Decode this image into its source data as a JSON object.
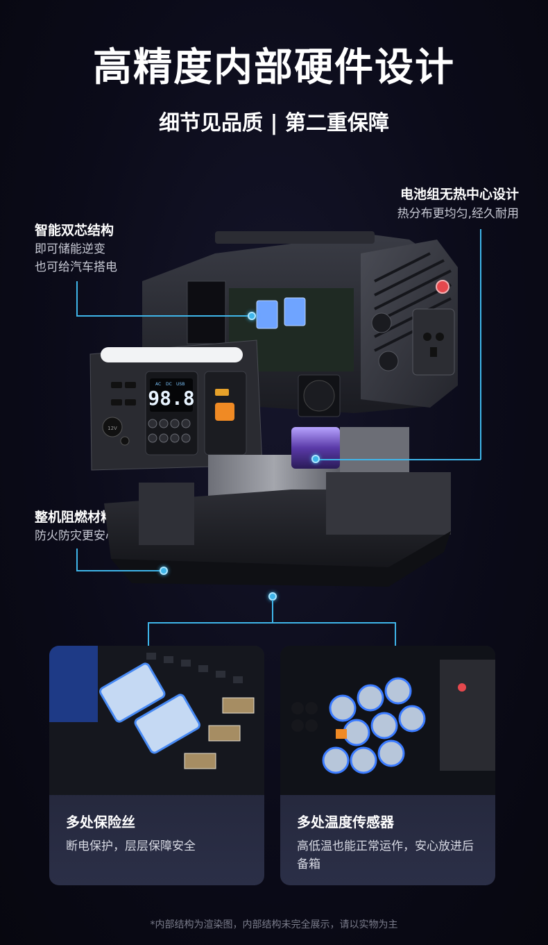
{
  "header": {
    "title": "高精度内部硬件设计",
    "subtitle": "细节见品质 | 第二重保障"
  },
  "annotations": {
    "dual_core": {
      "title": "智能双芯结构",
      "desc_line1": "即可储能逆变",
      "desc_line2": "也可给汽车搭电"
    },
    "battery": {
      "title": "电池组无热中心设计",
      "desc": "热分布更均匀,经久耐用"
    },
    "retardant": {
      "title": "整机阻燃材料",
      "desc": "防火防灾更安心"
    }
  },
  "device": {
    "display_readout": "98.8",
    "display_labels": [
      "AC",
      "DC",
      "USB"
    ],
    "socket_label": "12V"
  },
  "cards": [
    {
      "title": "多处保险丝",
      "desc": "断电保护，层层保障安全"
    },
    {
      "title": "多处温度传感器",
      "desc": "高低温也能正常运作，安心放进后备箱"
    }
  ],
  "footnote": "*内部结构为渲染图，内部结构未完全展示，请以实物为主",
  "colors": {
    "accent": "#3fb6ea",
    "background": "#0b0b19",
    "card": "#2b2f47"
  }
}
